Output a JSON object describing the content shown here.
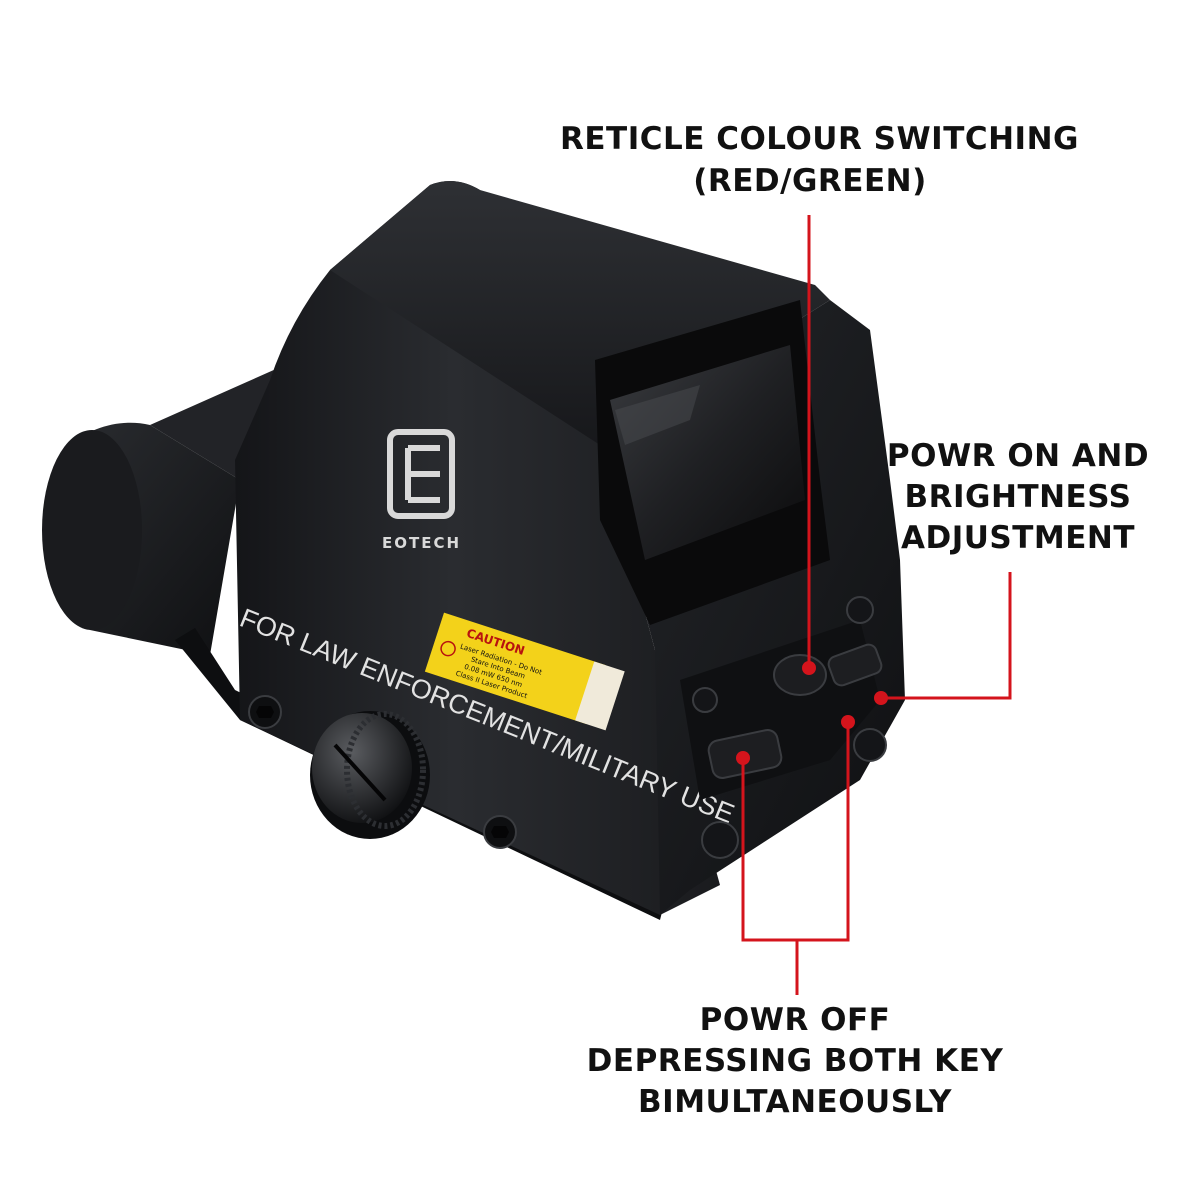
{
  "product": {
    "brand_logo_text": "EOTECH",
    "side_marking": "FOR LAW ENFORCEMENT/MILITARY USE",
    "caution_label": {
      "title": "CAUTION",
      "lines": [
        "Laser Radiation - Do Not",
        "Stare Into Beam",
        "0.08 mW 650 nm",
        "Class II Laser Product"
      ]
    }
  },
  "callouts": {
    "reticle": {
      "line1": "RETICLE COLOUR SWITCHING",
      "line2": "(RED/GREEN)"
    },
    "power_on": {
      "line1": "POWR ON AND",
      "line2": "BRIGHTNESS",
      "line3": "ADJUSTMENT"
    },
    "power_off": {
      "line1": "POWR OFF",
      "line2": "DEPRESSING BOTH KEY",
      "line3": "BIMULTANEOUSLY"
    }
  },
  "colors": {
    "leader_line": "#d4141c",
    "body": "#1c1d20",
    "label_text": "#111111",
    "caution_yellow": "#f3d21a"
  }
}
